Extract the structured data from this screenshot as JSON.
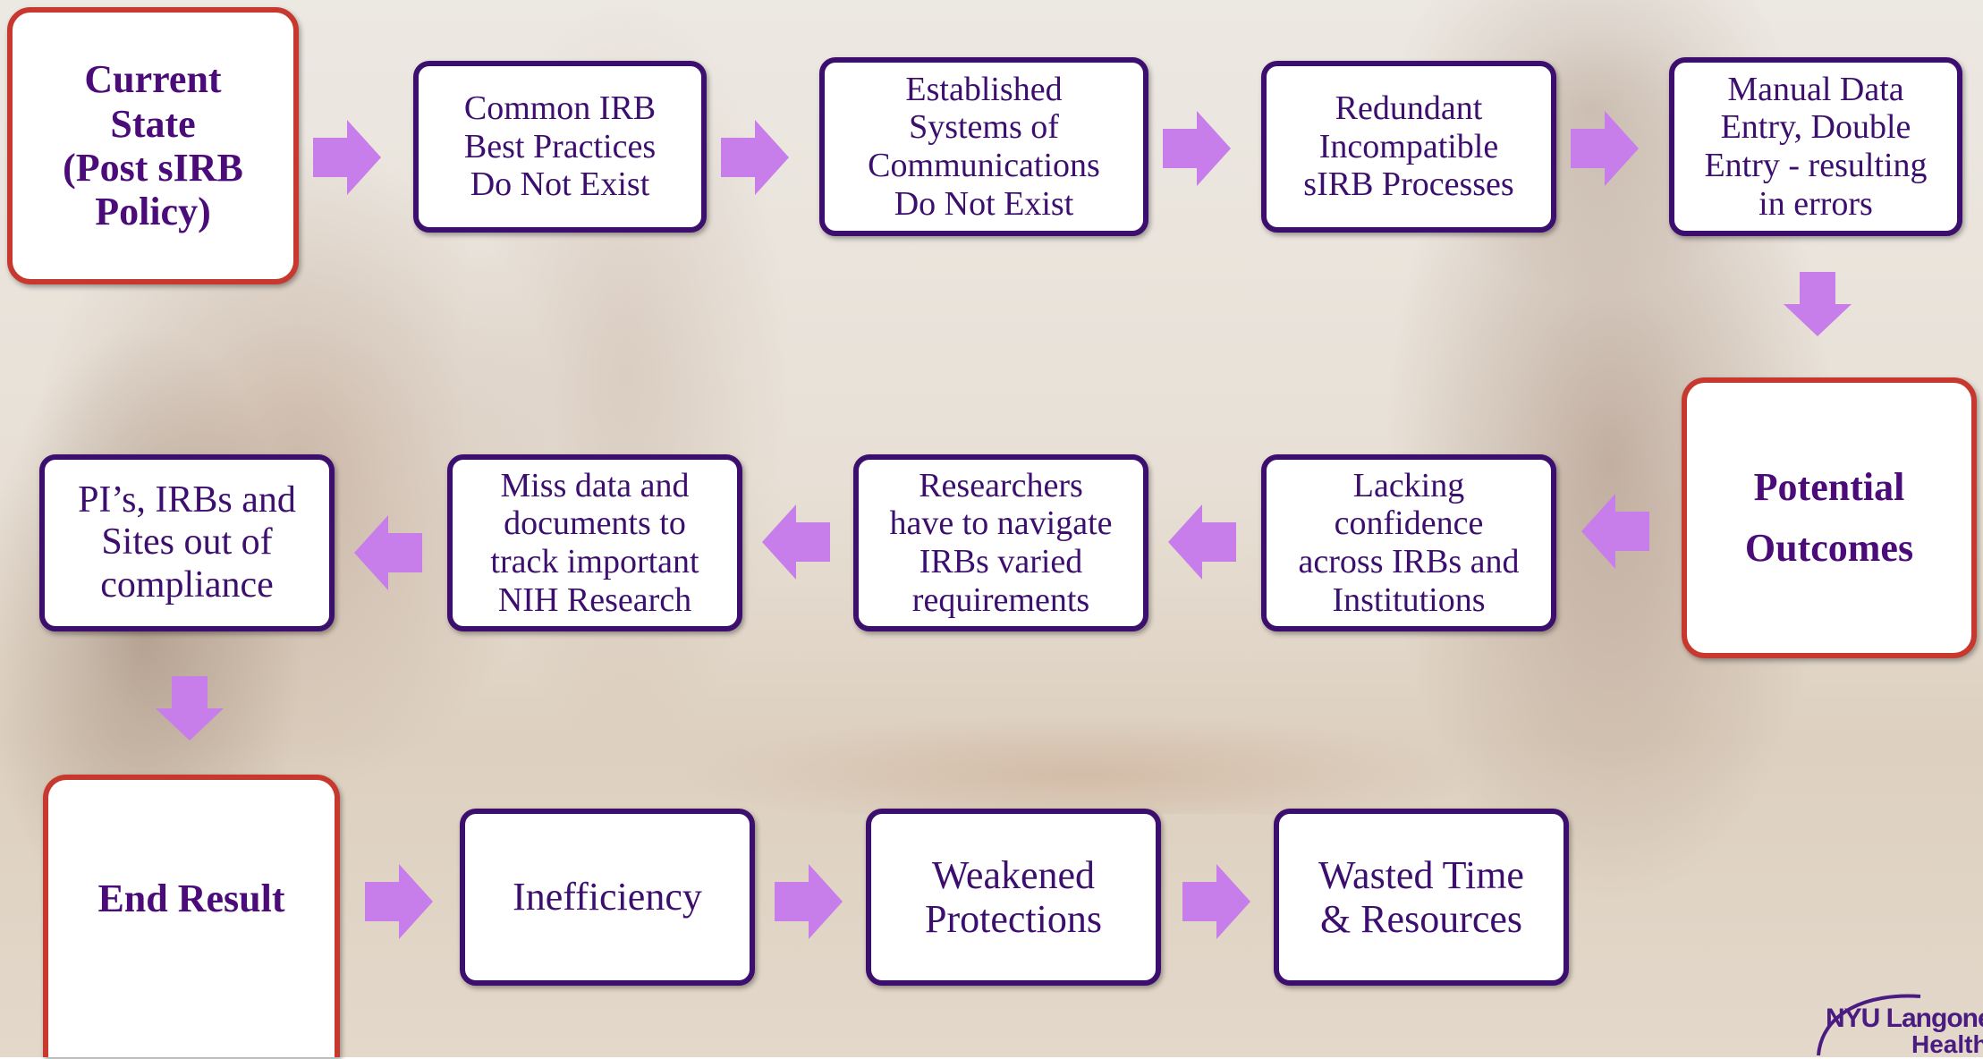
{
  "colors": {
    "box_border": "#3c0f6e",
    "stage_border": "#c7392f",
    "text": "#3c0f6e",
    "arrow": "#c77dea"
  },
  "boxes": [
    {
      "id": "current-state",
      "text": "Current\nState\n(Post sIRB\nPolicy)",
      "kind": "stage"
    },
    {
      "id": "common-irb",
      "text": "Common IRB\nBest Practices\nDo Not Exist",
      "kind": "step"
    },
    {
      "id": "established-systems",
      "text": "Established\nSystems of\nCommunications\nDo Not Exist",
      "kind": "step"
    },
    {
      "id": "redundant",
      "text": "Redundant\nIncompatible\nsIRB Processes",
      "kind": "step"
    },
    {
      "id": "manual-data",
      "text": "Manual Data\nEntry, Double\nEntry - resulting\nin errors",
      "kind": "step"
    },
    {
      "id": "potential-outcomes",
      "text": "Potential\nOutcomes",
      "kind": "stage"
    },
    {
      "id": "lacking-confidence",
      "text": "Lacking\nconfidence\nacross IRBs and\nInstitutions",
      "kind": "step"
    },
    {
      "id": "researchers",
      "text": "Researchers\nhave to navigate\nIRBs varied\nrequirements",
      "kind": "step"
    },
    {
      "id": "miss-data",
      "text": "Miss data and\ndocuments to\ntrack important\nNIH Research",
      "kind": "step"
    },
    {
      "id": "out-of-compliance",
      "text": "PI’s, IRBs and\nSites out of\ncompliance",
      "kind": "step"
    },
    {
      "id": "end-result",
      "text": "End Result",
      "kind": "stage"
    },
    {
      "id": "inefficiency",
      "text": "Inefficiency",
      "kind": "step"
    },
    {
      "id": "weakened-protections",
      "text": "Weakened\nProtections",
      "kind": "step"
    },
    {
      "id": "wasted-time",
      "text": "Wasted Time\n& Resources",
      "kind": "step"
    }
  ],
  "arrows": [
    {
      "from": "current-state",
      "to": "common-irb",
      "dir": "right"
    },
    {
      "from": "common-irb",
      "to": "established-systems",
      "dir": "right"
    },
    {
      "from": "established-systems",
      "to": "redundant",
      "dir": "right"
    },
    {
      "from": "redundant",
      "to": "manual-data",
      "dir": "right"
    },
    {
      "from": "manual-data",
      "to": "potential-outcomes",
      "dir": "down"
    },
    {
      "from": "potential-outcomes",
      "to": "lacking-confidence",
      "dir": "left"
    },
    {
      "from": "lacking-confidence",
      "to": "researchers",
      "dir": "left"
    },
    {
      "from": "researchers",
      "to": "miss-data",
      "dir": "left"
    },
    {
      "from": "miss-data",
      "to": "out-of-compliance",
      "dir": "left"
    },
    {
      "from": "out-of-compliance",
      "to": "end-result",
      "dir": "down"
    },
    {
      "from": "end-result",
      "to": "inefficiency",
      "dir": "right"
    },
    {
      "from": "inefficiency",
      "to": "weakened-protections",
      "dir": "right"
    },
    {
      "from": "weakened-protections",
      "to": "wasted-time",
      "dir": "right"
    }
  ],
  "logo": {
    "name": "logo",
    "line1": "NYU Langone",
    "line2": "Health"
  }
}
